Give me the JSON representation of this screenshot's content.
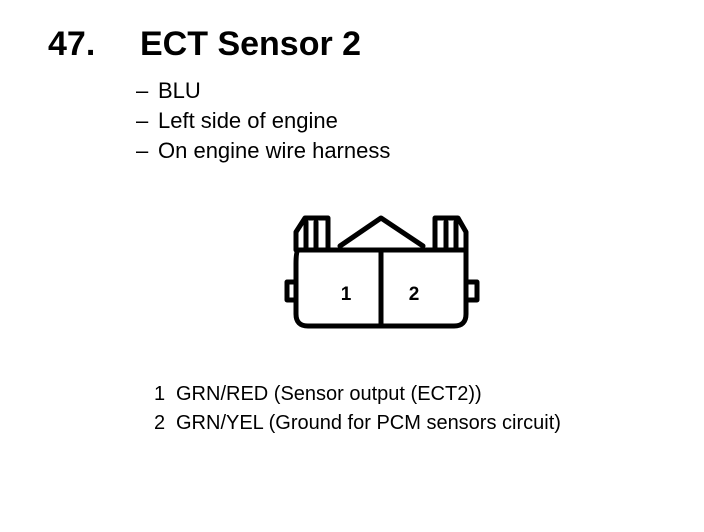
{
  "heading": {
    "number": "47.",
    "title": "ECT Sensor 2"
  },
  "notes": [
    {
      "dash": "–",
      "text": "BLU"
    },
    {
      "dash": "–",
      "text": "Left side of engine"
    },
    {
      "dash": "–",
      "text": "On engine wire harness"
    }
  ],
  "connector": {
    "cavities": [
      "1",
      "2"
    ]
  },
  "pinout": [
    {
      "pin": "1",
      "desc": "GRN/RED (Sensor output (ECT2))"
    },
    {
      "pin": "2",
      "desc": "GRN/YEL (Ground for PCM sensors circuit)"
    }
  ]
}
